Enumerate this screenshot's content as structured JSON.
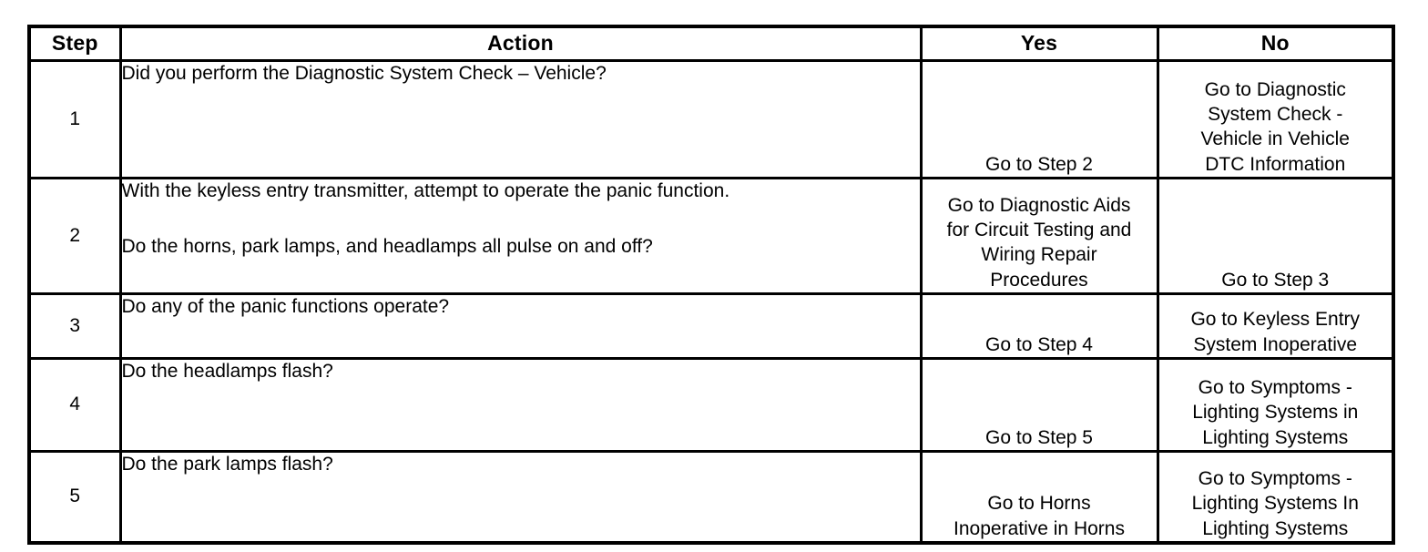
{
  "table": {
    "columns": [
      {
        "key": "step",
        "label": "Step"
      },
      {
        "key": "action",
        "label": "Action"
      },
      {
        "key": "yes",
        "label": "Yes"
      },
      {
        "key": "no",
        "label": "No"
      }
    ],
    "rows": [
      {
        "step": "1",
        "action_lines": [
          "Did you perform the Diagnostic System Check – Vehicle?"
        ],
        "yes_lines": [
          "Go to Step 2"
        ],
        "no_lines": [
          "Go to Diagnostic",
          "System Check -",
          "Vehicle in Vehicle",
          "DTC Information"
        ]
      },
      {
        "step": "2",
        "action_lines": [
          "With the keyless entry transmitter, attempt to operate the panic function.",
          "",
          "Do the horns, park lamps, and headlamps all pulse on and off?"
        ],
        "yes_lines": [
          "Go to Diagnostic Aids",
          "for Circuit Testing and",
          "Wiring Repair",
          "Procedures"
        ],
        "no_lines": [
          "Go to Step 3"
        ]
      },
      {
        "step": "3",
        "action_lines": [
          "Do any of the panic functions operate?"
        ],
        "yes_lines": [
          "Go to Step 4"
        ],
        "no_lines": [
          "Go to Keyless Entry",
          "System Inoperative"
        ]
      },
      {
        "step": "4",
        "action_lines": [
          "Do the headlamps flash?"
        ],
        "yes_lines": [
          "Go to Step 5"
        ],
        "no_lines": [
          "Go to Symptoms -",
          "Lighting Systems in",
          "Lighting Systems"
        ]
      },
      {
        "step": "5",
        "action_lines": [
          "Do the park lamps flash?"
        ],
        "yes_lines": [
          "Go to Horns",
          "Inoperative in Horns"
        ],
        "no_lines": [
          "Go to Symptoms -",
          "Lighting Systems In",
          "Lighting Systems"
        ]
      }
    ]
  },
  "colors": {
    "border": "#000000",
    "background": "#ffffff",
    "text": "#000000"
  }
}
